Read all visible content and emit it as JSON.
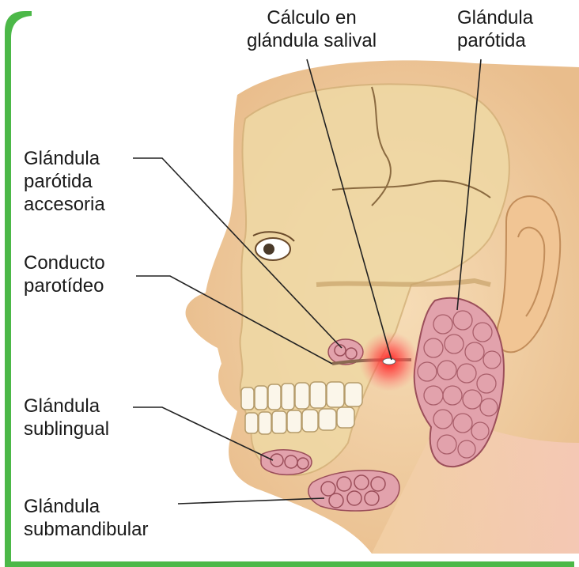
{
  "labels": {
    "calculo": {
      "line1": "Cálculo en",
      "line2": "glándula salival"
    },
    "parotida": {
      "line1": "Glándula",
      "line2": "parótida"
    },
    "parotida_accesoria": {
      "line1": "Glándula",
      "line2": "parótida",
      "line3": "accesoria"
    },
    "conducto": {
      "line1": "Conducto",
      "line2": "parotídeo"
    },
    "sublingual": {
      "line1": "Glándula",
      "line2": "sublingual"
    },
    "submandibular": {
      "line1": "Glándula",
      "line2": "submandibular"
    }
  },
  "colors": {
    "frame_green": "#4cb848",
    "skin": "#f3d2a6",
    "skin_shadow": "#e7bb88",
    "skull": "#efd9a5",
    "gland": "#e2a2ac",
    "gland_outline": "#9b4e5a",
    "stone_glow": "#ff2a2a",
    "line": "#222222"
  }
}
